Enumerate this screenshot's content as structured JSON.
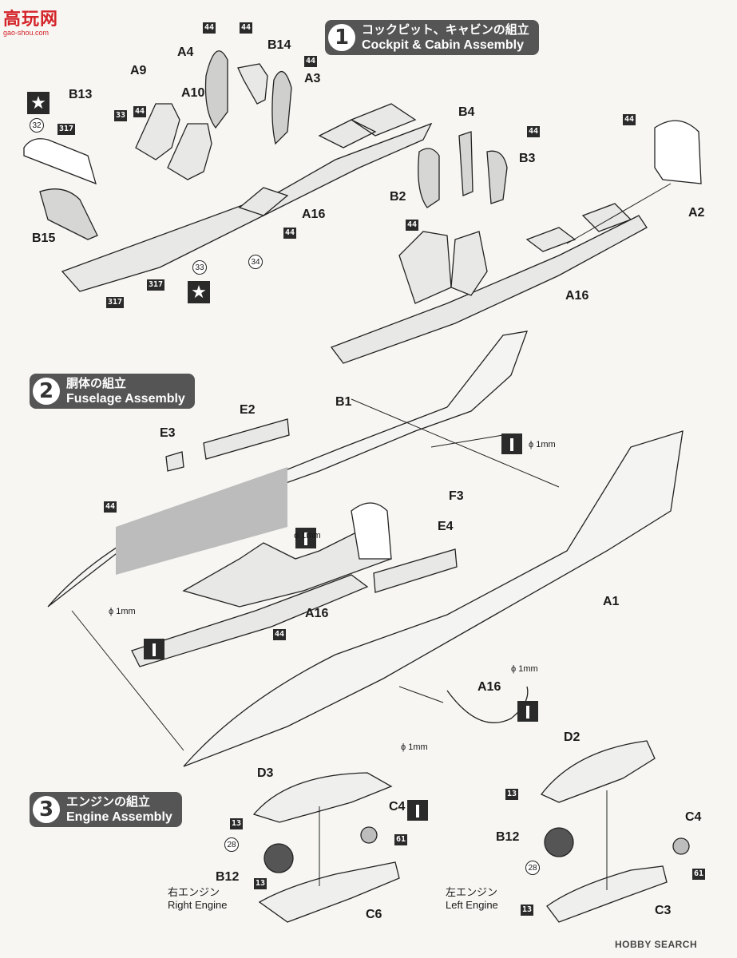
{
  "watermark": {
    "site_logo": "高玩网",
    "site_url": "gao-shou.com",
    "bottom_brand": "HOBBY SEARCH"
  },
  "steps": [
    {
      "number": "1",
      "jp": "コックピット、キャビンの組立",
      "en": "Cockpit & Cabin Assembly"
    },
    {
      "number": "2",
      "jp": "胴体の組立",
      "en": "Fuselage Assembly"
    },
    {
      "number": "3",
      "jp": "エンジンの組立",
      "en": "Engine Assembly"
    }
  ],
  "parts": {
    "A4": "A4",
    "B14": "B14",
    "A3": "A3",
    "A9": "A9",
    "A10": "A10",
    "B13": "B13",
    "B15": "B15",
    "A16a": "A16",
    "A16b": "A16",
    "B4": "B4",
    "B3": "B3",
    "B2": "B2",
    "A2": "A2",
    "B1": "B1",
    "E2": "E2",
    "E3": "E3",
    "F3": "F3",
    "E4": "E4",
    "A1": "A1",
    "A16c": "A16",
    "A16d": "A16",
    "D3": "D3",
    "C4a": "C4",
    "B12a": "B12",
    "C6": "C6",
    "D2": "D2",
    "C4b": "C4",
    "B12b": "B12",
    "C3": "C3"
  },
  "colors": {
    "c44": "44",
    "c317": "317",
    "c33": "33",
    "c32": "32",
    "c34": "34",
    "c13": "13",
    "c28": "28",
    "c61": "61"
  },
  "drill_note": "ϕ 1mm",
  "engines": {
    "right_jp": "右エンジン",
    "right_en": "Right Engine",
    "left_jp": "左エンジン",
    "left_en": "Left Engine"
  },
  "icons": [
    "star-icon",
    "drill-icon",
    "arrow-icon"
  ]
}
